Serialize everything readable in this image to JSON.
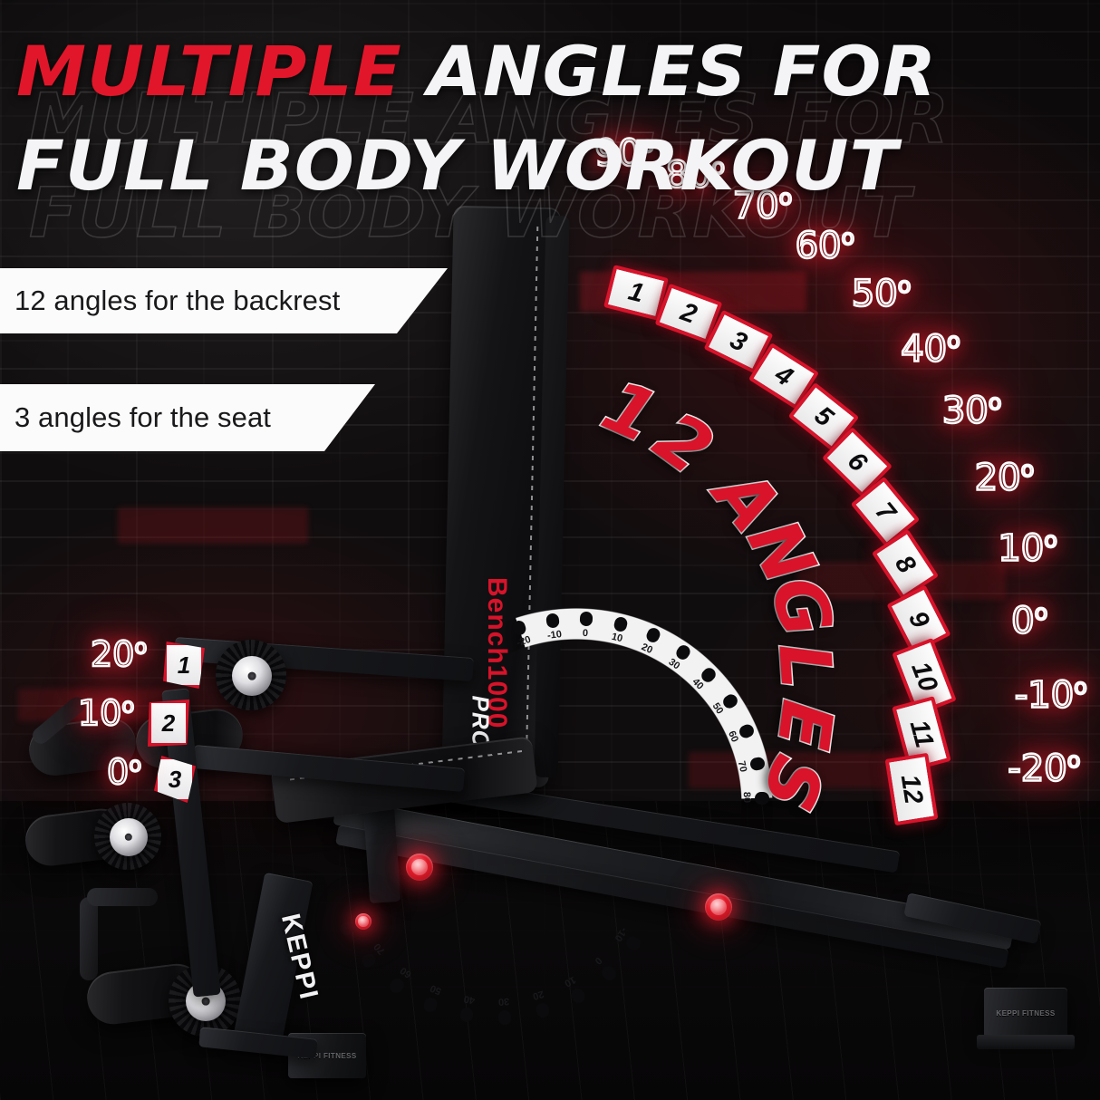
{
  "headline": {
    "line1_red": "MULTIPLE",
    "line1_white": "ANGLES FOR",
    "line2_white": "FULL BODY WORKOUT",
    "ghost1": "MULTIPLE ANGLES FOR",
    "ghost2": "FULL BODY WORKOUT",
    "red_hex": "#E2162A",
    "white_hex": "#F4F4F6"
  },
  "banners": [
    {
      "text": "12 angles for the backrest"
    },
    {
      "text": "3 angles for the seat"
    }
  ],
  "backrest": {
    "wordmark_number": "12",
    "wordmark_text": "ANGLES",
    "accent_hex": "#D8132A",
    "tiles": [
      {
        "index": "1",
        "degree": "90",
        "degree_label": "90°"
      },
      {
        "index": "2",
        "degree": "80",
        "degree_label": "80°"
      },
      {
        "index": "3",
        "degree": "70",
        "degree_label": "70°"
      },
      {
        "index": "4",
        "degree": "60",
        "degree_label": "60°"
      },
      {
        "index": "5",
        "degree": "50",
        "degree_label": "50°"
      },
      {
        "index": "6",
        "degree": "40",
        "degree_label": "40°"
      },
      {
        "index": "7",
        "degree": "30",
        "degree_label": "30°"
      },
      {
        "index": "8",
        "degree": "20",
        "degree_label": "20°"
      },
      {
        "index": "9",
        "degree": "10",
        "degree_label": "10°"
      },
      {
        "index": "10",
        "degree": "0",
        "degree_label": "0°"
      },
      {
        "index": "11",
        "degree": "-10",
        "degree_label": "-10°"
      },
      {
        "index": "12",
        "degree": "-20",
        "degree_label": "-20°"
      }
    ]
  },
  "seat": {
    "tiles": [
      {
        "index": "1",
        "degree": "20",
        "degree_label": "20°"
      },
      {
        "index": "2",
        "degree": "10",
        "degree_label": "10°"
      },
      {
        "index": "3",
        "degree": "0",
        "degree_label": "0°"
      }
    ]
  },
  "product": {
    "model_red": "Bench1000",
    "model_white": "PRO",
    "brand_frame": "KEPPI",
    "foot_logo": "KEPPI FITNESS",
    "backrest_scale": [
      "-20",
      "-10",
      "0",
      "10",
      "20",
      "30",
      "40",
      "50",
      "60",
      "70",
      "80"
    ],
    "seat_scale": [
      "80",
      "70",
      "60",
      "50",
      "40",
      "30",
      "20",
      "10",
      "0",
      "-10"
    ]
  }
}
